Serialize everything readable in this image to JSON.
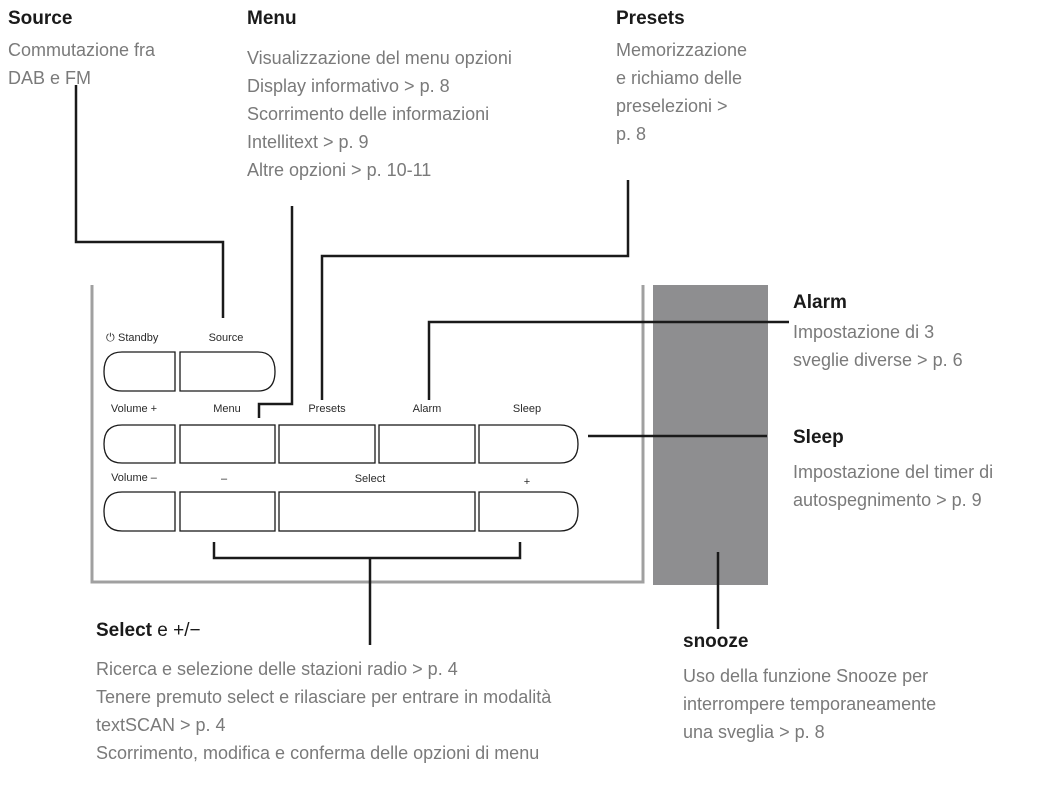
{
  "callouts": {
    "source": {
      "title": "Source",
      "lines": [
        "Commutazione fra",
        "DAB e FM"
      ]
    },
    "menu": {
      "title": "Menu",
      "lines": [
        "Visualizzazione del menu opzioni",
        "Display informativo > p. 8",
        "Scorrimento delle informazioni",
        "Intellitext > p. 9",
        "Altre opzioni > p. 10-11"
      ]
    },
    "presets": {
      "title": "Presets",
      "lines": [
        "Memorizzazione",
        "e richiamo delle",
        "preselezioni >",
        "p. 8"
      ]
    },
    "alarm": {
      "title": "Alarm",
      "lines": [
        "Impostazione di 3",
        "sveglie diverse > p. 6"
      ]
    },
    "sleep": {
      "title": "Sleep",
      "lines": [
        "Impostazione del timer di",
        "autospegnimento > p. 9"
      ]
    },
    "select": {
      "title": "Select",
      "title_suffix": " e +/−",
      "lines": [
        "Ricerca e selezione delle stazioni radio > p. 4",
        "Tenere premuto select e rilasciare per entrare in modalità",
        "textSCAN > p. 4",
        "Scorrimento, modifica e conferma delle opzioni di menu"
      ]
    },
    "snooze": {
      "title": "snooze",
      "lines": [
        "Uso della funzione Snooze per",
        "interrompere temporaneamente",
        "una sveglia > p. 8"
      ]
    }
  },
  "buttons": {
    "standby": "Standby",
    "standby_symbol": "⏻",
    "source": "Source",
    "volume_plus": "Volume +",
    "menu": "Menu",
    "presets": "Presets",
    "alarm": "Alarm",
    "sleep": "Sleep",
    "volume_minus": "Volume –",
    "minus": "–",
    "select": "Select",
    "plus": "+"
  },
  "colors": {
    "panel_border": "#a0a0a0",
    "snooze_bar": "#8e8e90",
    "heading": "#1a1a1a",
    "description": "#7a7a7a"
  }
}
